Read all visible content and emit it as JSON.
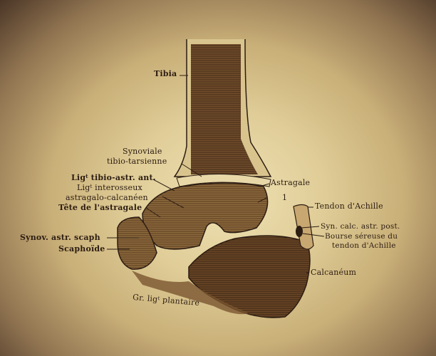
{
  "figure": {
    "subject": "Sagittal section of the ankle joint (French anatomical engraving)",
    "colors": {
      "paper_light": "#efe2b4",
      "paper_mid": "#c9af78",
      "vignette_dark": "#4a3526",
      "ink": "#2c1d12",
      "bone_fill": "#5a3a1f",
      "cartilage": "#e8d8a8"
    },
    "labels": {
      "tibia": "Tibia",
      "synoviale_1": "Synoviale",
      "synoviale_2": "tibio-tarsienne",
      "lig_tibio_pre": "Lig",
      "lig_tibio_sup": "t",
      "lig_tibio_post": " tibio-astr. ant.",
      "lig_inter_pre": "Lig",
      "lig_inter_sup": "t",
      "lig_inter_post": " interosseux",
      "lig_inter_2": "astragalo-calcanéen",
      "tete_astragale": "Tête de l'astragale",
      "synov_astr_scaph": "Synov. astr. scaph",
      "scaphoide": "Scaphoïde",
      "astragale": "Astragale",
      "marker_1": "1",
      "tendon_achille": "Tendon d'Achille",
      "syn_calc_astr_post": "Syn. calc. astr. post.",
      "bourse_1": "Bourse séreuse du",
      "bourse_2": "tendon d'Achille",
      "calcaneum": "Calcanéum",
      "gr_lig_pre": "Gr. lig",
      "gr_lig_sup": "t",
      "gr_lig_post": " plantaire"
    }
  }
}
